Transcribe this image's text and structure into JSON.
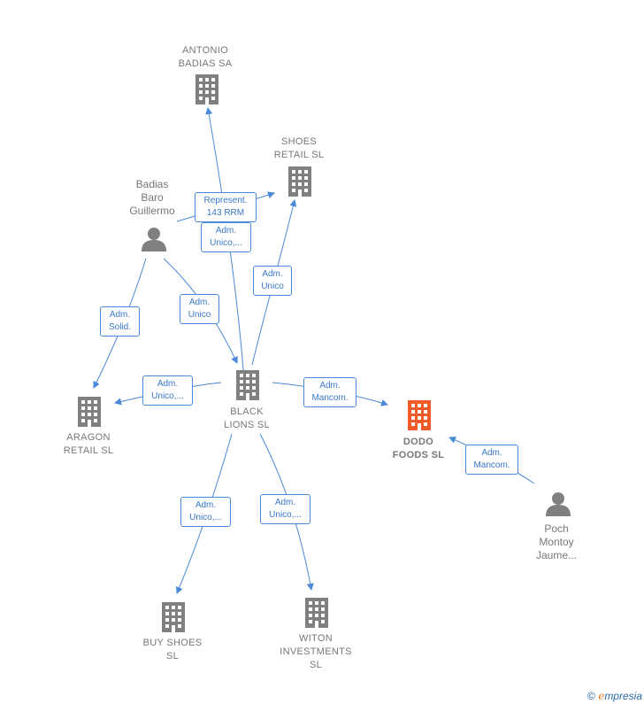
{
  "nodes": {
    "antonio": {
      "label": "ANTONIO\nBADIAS SA"
    },
    "shoes_retail": {
      "label": "SHOES\nRETAIL SL"
    },
    "badias": {
      "label": "Badias\nBaro\nGuillermo"
    },
    "black_lions": {
      "label": "BLACK\nLIONS  SL"
    },
    "aragon": {
      "label": "ARAGON\nRETAIL SL"
    },
    "dodo": {
      "label": "DODO\nFOODS  SL"
    },
    "poch": {
      "label": "Poch\nMontoy\nJaume..."
    },
    "buy_shoes": {
      "label": "BUY SHOES\nSL"
    },
    "witon": {
      "label": "WITON\nINVESTMENTS\nSL"
    }
  },
  "edges": {
    "represent": "Represent.\n143 RRM",
    "adm_unico_antonio": "Adm.\nUnico,...",
    "adm_unico_shoes": "Adm.\nUnico",
    "adm_solid": "Adm.\nSolid.",
    "adm_unico_badias": "Adm.\nUnico",
    "adm_unico_aragon": "Adm.\nUnico,...",
    "adm_mancom_dodo": "Adm.\nMancom.",
    "adm_mancom_poch": "Adm.\nMancom.",
    "adm_unico_buy": "Adm.\nUnico,...",
    "adm_unico_witon": "Adm.\nUnico,..."
  },
  "footer": {
    "copyright": "©",
    "brand_e": "e",
    "brand_rest": "mpresia"
  },
  "colors": {
    "company": "#808080",
    "focus": "#f05a28",
    "person": "#808080",
    "edge": "#4a88d8"
  }
}
